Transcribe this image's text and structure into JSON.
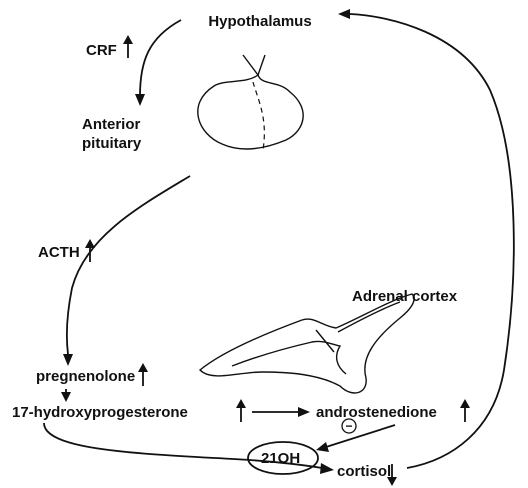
{
  "labels": {
    "hypothalamus": "Hypothalamus",
    "crf": "CRF",
    "anterior": "Anterior",
    "pituitary": "pituitary",
    "acth": "ACTH",
    "adrenal_cortex": "Adrenal cortex",
    "pregnenolone": "pregnenolone",
    "hydroxyprogesterone": "17-hydroxyprogesterone",
    "androstenedione": "androstenedione",
    "enzyme": "21OH",
    "inhibition_sign": "−",
    "cortisol": "cortisol"
  },
  "level_changes": {
    "crf": "up",
    "acth": "up",
    "pregnenolone": "up",
    "hydroxyprogesterone": "up",
    "androstenedione": "up",
    "cortisol": "down"
  }
}
